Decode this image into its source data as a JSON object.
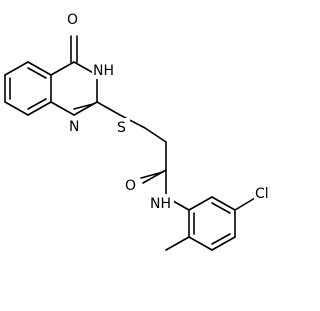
{
  "molecule": {
    "atoms": {
      "O1": "O",
      "N3H": "NH",
      "N1": "N",
      "S": "S",
      "O2": "O",
      "NH": "NH",
      "Cl": "Cl"
    }
  }
}
